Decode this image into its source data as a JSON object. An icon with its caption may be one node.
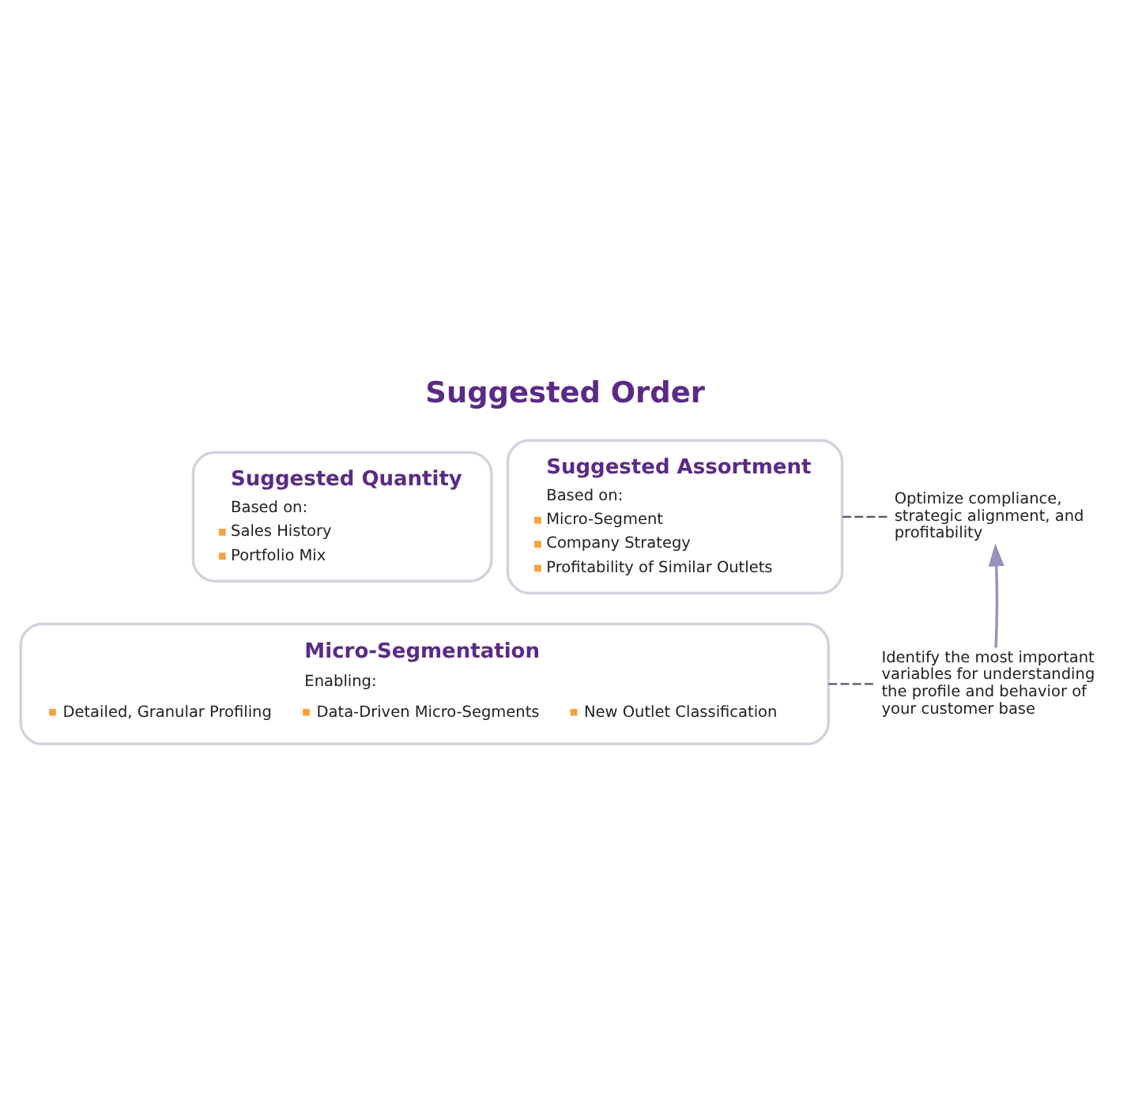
{
  "diagram": {
    "title": "Suggested Order",
    "nodes": [
      {
        "text": [
          "Suggested Quantity",
          "Based on:",
          "Sales History",
          "Portfolio Mix"
        ]
      },
      {
        "text": [
          "Suggested Assortment",
          "Based on:",
          "Micro-Segment",
          "Company Strategy",
          "Profitability of Similar Outlets"
        ]
      },
      {
        "text": [
          "Optimize compliance, strategic alignment, and profitability"
        ]
      },
      {
        "text": [
          "Micro-Segmentation",
          "Enabling:",
          "Detailed, Granular Profiling",
          "Data-Driven Micro-Segments",
          "New Outlet Classification"
        ]
      },
      {
        "text": [
          "Identify the most important variables for understanding the profile and behavior of your customer base"
        ]
      }
    ],
    "edges": [
      {
        "from": 1,
        "to": 2,
        "arrow": "none",
        "style": "dashed"
      },
      {
        "from": 3,
        "to": 4,
        "arrow": "none",
        "style": "dashed"
      },
      {
        "from": 4,
        "to": 2,
        "arrow": "to",
        "color": "#9a8fbd"
      }
    ]
  }
}
